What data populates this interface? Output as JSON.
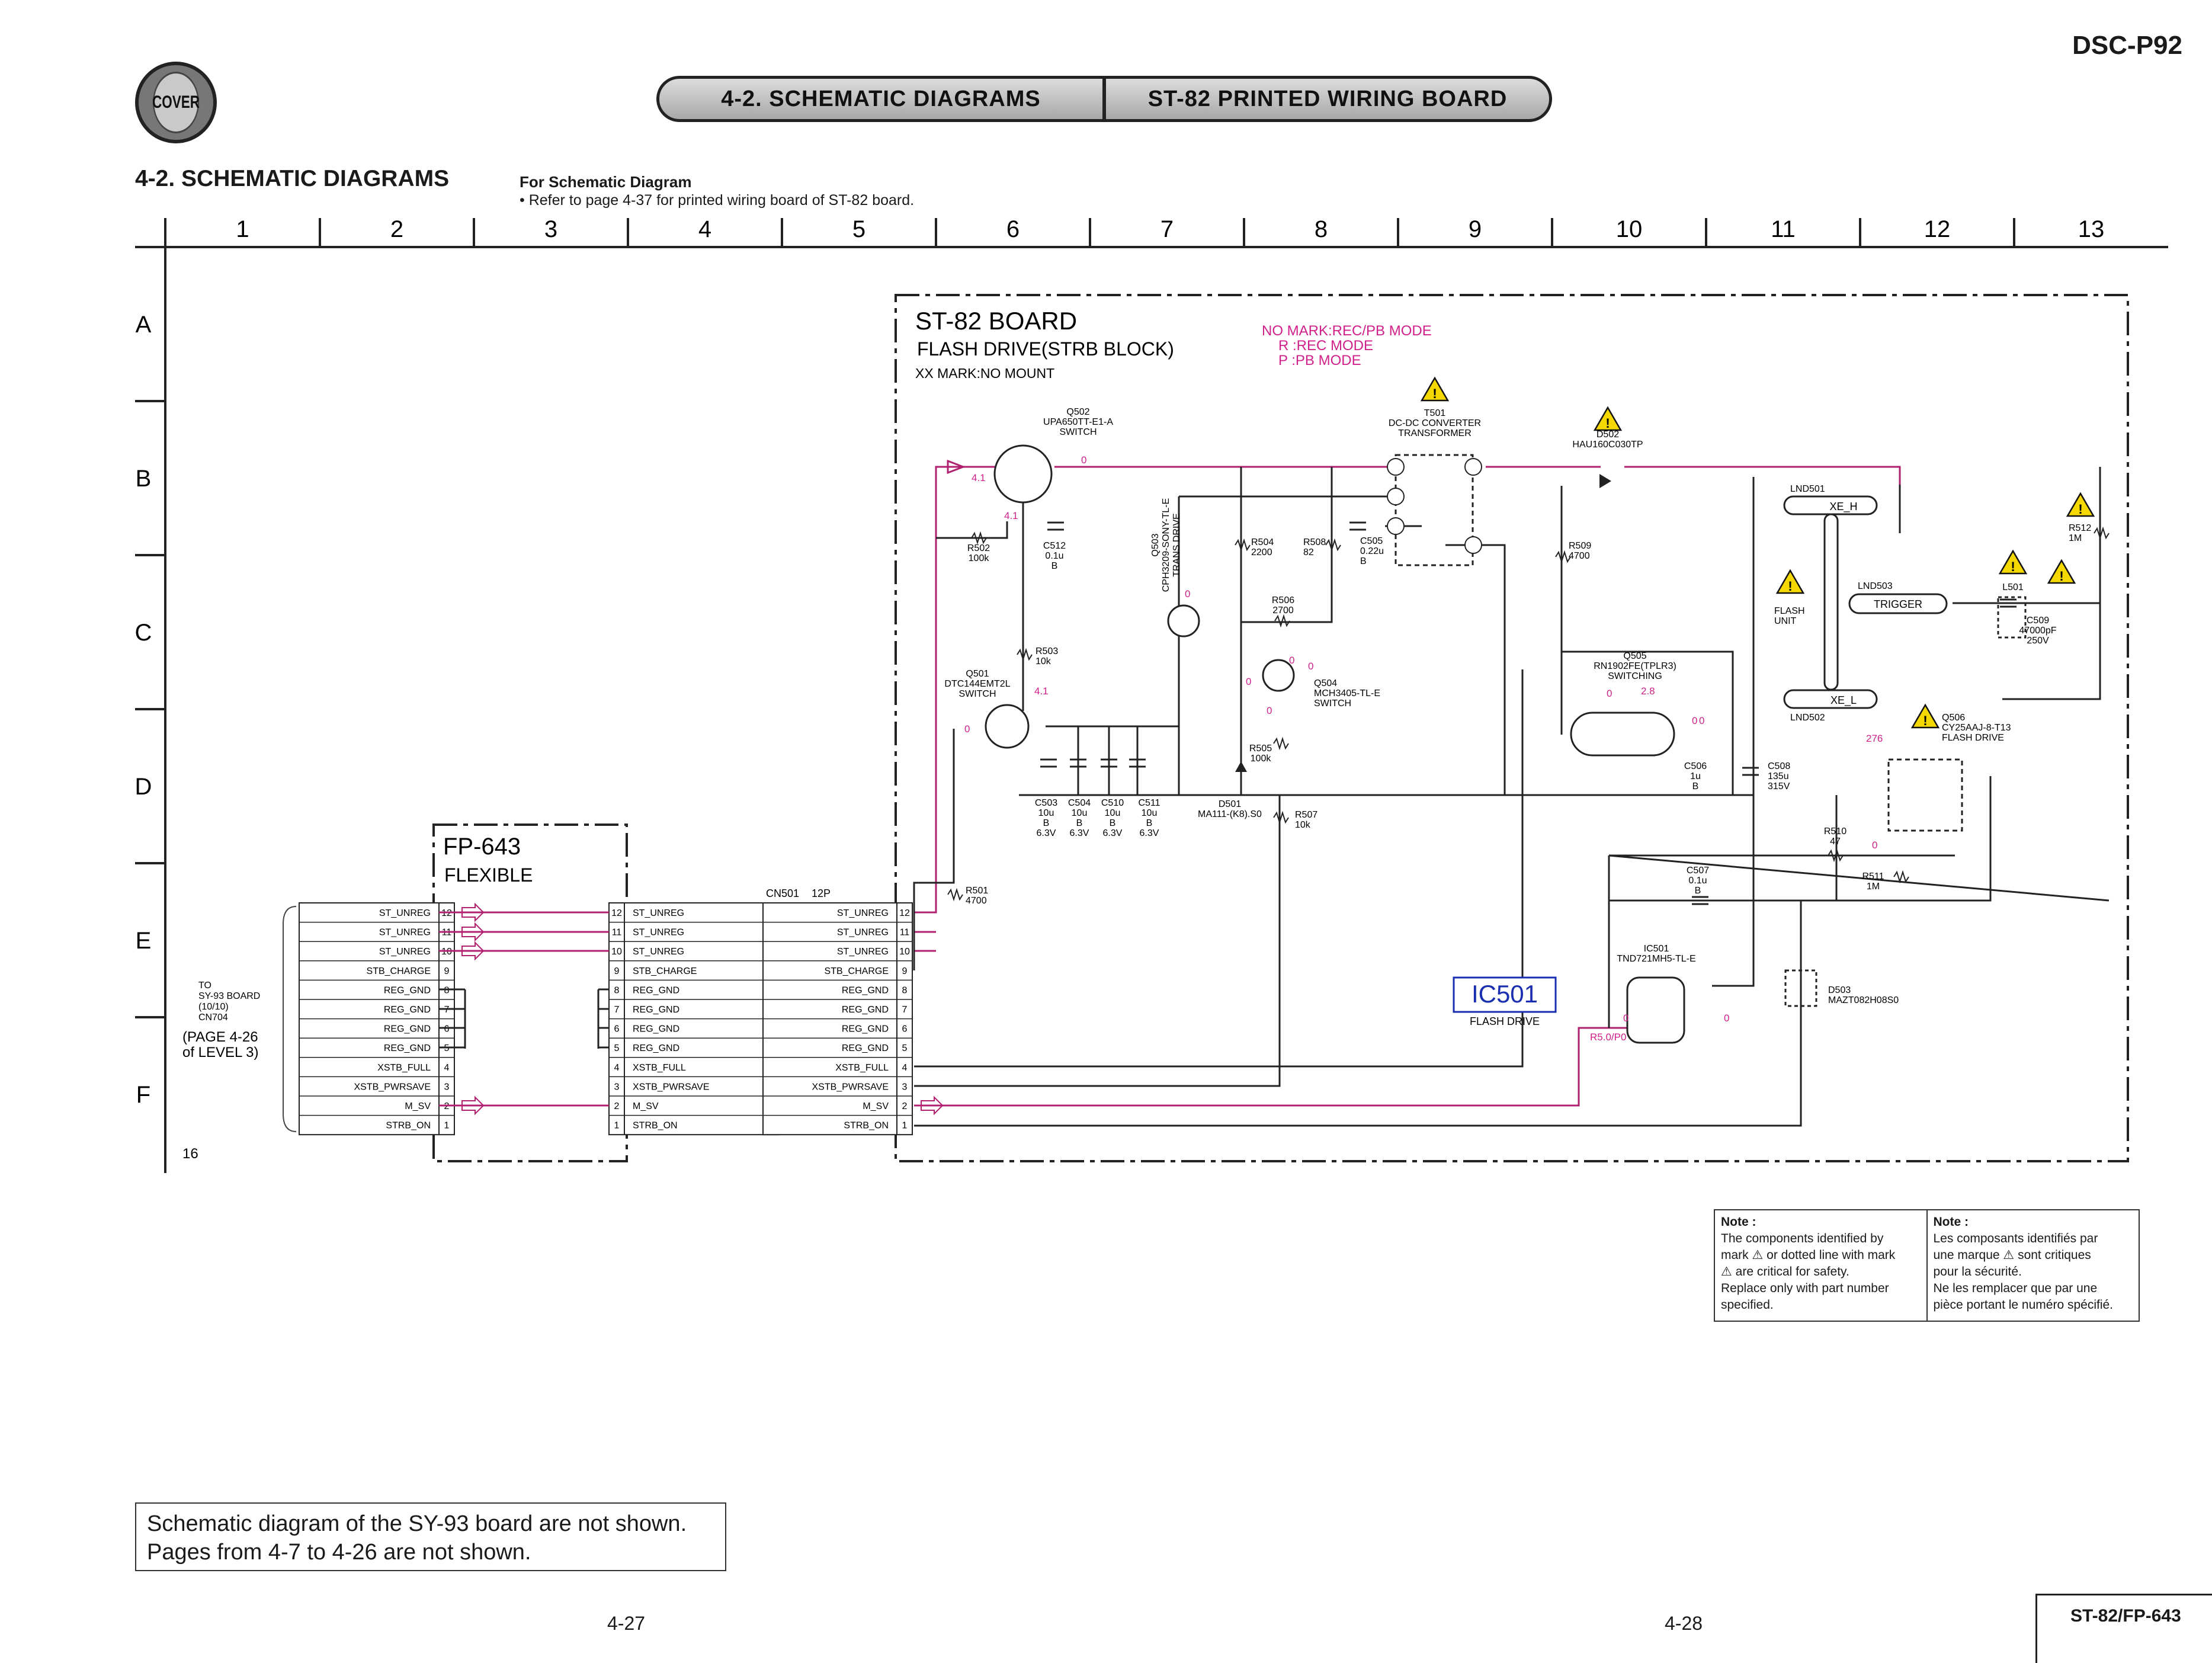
{
  "header": {
    "model": "DSC-P92",
    "cover_button": "COVER",
    "tabs": [
      {
        "label": "4-2. SCHEMATIC DIAGRAMS"
      },
      {
        "label": "ST-82 PRINTED WIRING BOARD"
      }
    ]
  },
  "section": {
    "title": "4-2.  SCHEMATIC DIAGRAMS",
    "for_title": "For Schematic Diagram",
    "for_note": "• Refer to page 4-37 for printed wiring board of ST-82 board."
  },
  "grid": {
    "columns": [
      "1",
      "2",
      "3",
      "4",
      "5",
      "6",
      "7",
      "8",
      "9",
      "10",
      "11",
      "12",
      "13"
    ],
    "rows": [
      "A",
      "B",
      "C",
      "D",
      "E",
      "F"
    ],
    "corner_number": "16"
  },
  "st82": {
    "title": "ST-82 BOARD",
    "subtitle": "FLASH DRIVE(STRB BLOCK)",
    "xx_note": "XX MARK:NO MOUNT",
    "mode_lines": [
      "NO MARK:REC/PB MODE",
      "R  :REC MODE",
      "P  :PB MODE"
    ]
  },
  "fp643": {
    "title": "FP-643",
    "subtitle": "FLEXIBLE"
  },
  "connector": {
    "name": "CN501",
    "pins_label": "12P",
    "signals": [
      "ST_UNREG",
      "ST_UNREG",
      "ST_UNREG",
      "STB_CHARGE",
      "REG_GND",
      "REG_GND",
      "REG_GND",
      "REG_GND",
      "XSTB_FULL",
      "XSTB_PWRSAVE",
      "M_SV",
      "STRB_ON"
    ],
    "pins": [
      "12",
      "11",
      "10",
      "9",
      "8",
      "7",
      "6",
      "5",
      "4",
      "3",
      "2",
      "1"
    ]
  },
  "to_board": {
    "lines": [
      "TO",
      "SY-93 BOARD",
      "(10/10)",
      "CN704"
    ],
    "page_ref": [
      "(PAGE 4-26",
      "of LEVEL 3)"
    ]
  },
  "components": [
    {
      "id": "q502",
      "lines": [
        "Q502",
        "UPA650TT-E1-A",
        "SWITCH"
      ]
    },
    {
      "id": "t501",
      "lines": [
        "T501",
        "DC-DC CONVERTER",
        "TRANSFORMER"
      ]
    },
    {
      "id": "d502",
      "lines": [
        "D502",
        "HAU160C030TP"
      ]
    },
    {
      "id": "r502",
      "lines": [
        "R502",
        "100k"
      ]
    },
    {
      "id": "c512",
      "lines": [
        "C512",
        "0.1u",
        "B"
      ]
    },
    {
      "id": "q503",
      "lines": [
        "Q503",
        "CPH3209-SONY-TL-E",
        "TRANS DRIVE"
      ]
    },
    {
      "id": "r504",
      "lines": [
        "R504",
        "2200"
      ]
    },
    {
      "id": "r508",
      "lines": [
        "R508",
        "82"
      ]
    },
    {
      "id": "c505",
      "lines": [
        "C505",
        "0.22u",
        "B"
      ]
    },
    {
      "id": "r509",
      "lines": [
        "R509",
        "4700"
      ]
    },
    {
      "id": "lnd501",
      "lines": [
        "LND501"
      ]
    },
    {
      "id": "r512",
      "lines": [
        "R512",
        "1M"
      ]
    },
    {
      "id": "r506",
      "lines": [
        "R506",
        "2700"
      ]
    },
    {
      "id": "r503",
      "lines": [
        "R503",
        "10k"
      ]
    },
    {
      "id": "q501",
      "lines": [
        "Q501",
        "DTC144EMT2L",
        "SWITCH"
      ]
    },
    {
      "id": "q504",
      "lines": [
        "Q504",
        "MCH3405-TL-E",
        "SWITCH"
      ]
    },
    {
      "id": "q505",
      "lines": [
        "Q505",
        "RN1902FE(TPLR3)",
        "SWITCHING"
      ]
    },
    {
      "id": "flash",
      "lines": [
        "FLASH",
        "UNIT"
      ]
    },
    {
      "id": "lnd503",
      "lines": [
        "LND503"
      ]
    },
    {
      "id": "l501",
      "lines": [
        "L501"
      ]
    },
    {
      "id": "c509",
      "lines": [
        "C509",
        "47000pF",
        "250V"
      ]
    },
    {
      "id": "r505",
      "lines": [
        "R505",
        "100k"
      ]
    },
    {
      "id": "lnd502",
      "lines": [
        "LND502"
      ]
    },
    {
      "id": "q506",
      "lines": [
        "Q506",
        "CY25AAJ-8-T13",
        "FLASH DRIVE"
      ]
    },
    {
      "id": "c506",
      "lines": [
        "C506",
        "1u",
        "B"
      ]
    },
    {
      "id": "c508",
      "lines": [
        "C508",
        "135u",
        "315V"
      ]
    },
    {
      "id": "c503",
      "lines": [
        "C503",
        "10u",
        "B",
        "6.3V"
      ]
    },
    {
      "id": "c504",
      "lines": [
        "C504",
        "10u",
        "B",
        "6.3V"
      ]
    },
    {
      "id": "c510",
      "lines": [
        "C510",
        "10u",
        "B",
        "6.3V"
      ]
    },
    {
      "id": "c511",
      "lines": [
        "C511",
        "10u",
        "B",
        "6.3V"
      ]
    },
    {
      "id": "d501",
      "lines": [
        "D501",
        "MA111-(K8).S0"
      ]
    },
    {
      "id": "r507",
      "lines": [
        "R507",
        "10k"
      ]
    },
    {
      "id": "r510",
      "lines": [
        "R510",
        "47"
      ]
    },
    {
      "id": "r511",
      "lines": [
        "R511",
        "1M"
      ]
    },
    {
      "id": "c507",
      "lines": [
        "C507",
        "0.1u",
        "B"
      ]
    },
    {
      "id": "r501",
      "lines": [
        "R501",
        "4700"
      ]
    },
    {
      "id": "ic501",
      "lines": [
        "IC501",
        "TND721MH5-TL-E"
      ]
    },
    {
      "id": "d503",
      "lines": [
        "D503",
        "MAZT082H08S0"
      ]
    }
  ],
  "tube_labels": {
    "xe_h": "XE_H",
    "xe_l": "XE_L",
    "trigger": "TRIGGER"
  },
  "voltages": [
    "4.1",
    "0",
    "4.1",
    "0",
    "0",
    "4.1",
    "0",
    "0",
    "0",
    "0",
    "0",
    "2.8",
    "0",
    "0",
    "276",
    "0",
    "0",
    "0",
    "R5.0/P0"
  ],
  "ic_block": {
    "name": "IC501",
    "caption": "FLASH DRIVE"
  },
  "notes": {
    "en_head": "Note :",
    "en_lines": [
      "The components identified by",
      "mark ⚠ or dotted line with mark",
      "⚠ are critical for safety.",
      "Replace only with part number",
      "specified."
    ],
    "fr_head": "Note :",
    "fr_lines": [
      "Les composants identifiés par",
      "une marque ⚠ sont critiques",
      "pour la sécurité.",
      "Ne les remplacer que par une",
      "pièce portant le numéro spécifié."
    ]
  },
  "legend": {
    "line1": "Schematic diagram of the SY-93 board are not shown.",
    "line2": "Pages from 4-7 to 4-26 are not shown."
  },
  "footer": {
    "page_left": "4-27",
    "page_right": "4-28",
    "board": "ST-82/FP-643"
  },
  "colors": {
    "net": "#b0206e",
    "wire": "#222222",
    "accent_label": "#d0208a",
    "ic_blue": "#1a2fb0"
  }
}
